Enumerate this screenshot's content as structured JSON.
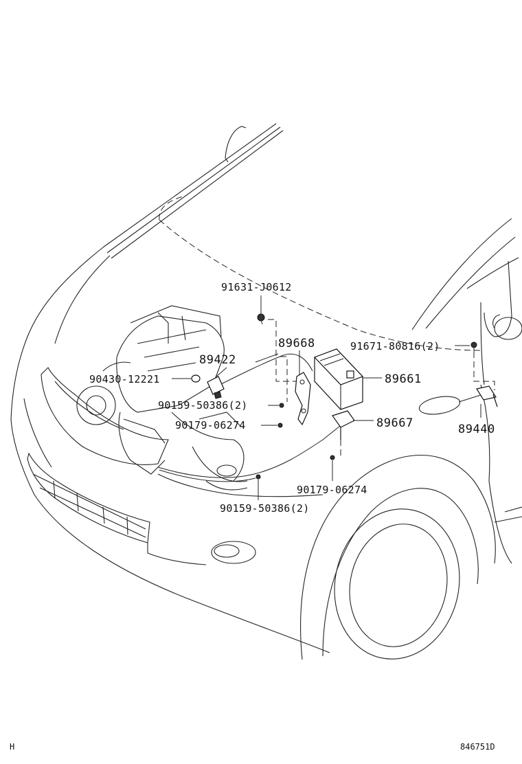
{
  "labels": {
    "p91631": "91631-J0612",
    "p89668": "89668",
    "p91671": "91671-80816(2)",
    "p89422": "89422",
    "p89661": "89661",
    "p90430": "90430-12221",
    "p90159a": "90159-50386(2)",
    "p89667": "89667",
    "p90179a": "90179-06274",
    "p89440": "89440",
    "p90179b": "90179-06274",
    "p90159b": "90159-50386(2)"
  },
  "footer": {
    "left_mark": "H",
    "diagram_id": "846751D"
  }
}
